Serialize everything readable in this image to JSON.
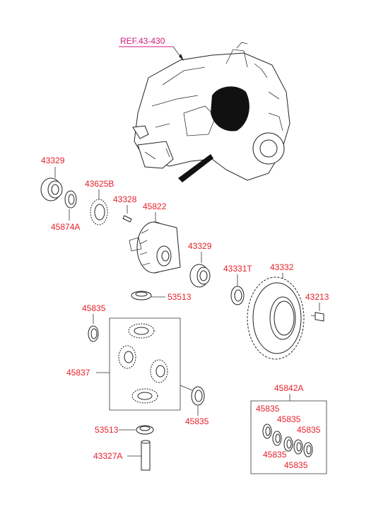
{
  "diagram": {
    "labels": {
      "ref": "REF.43-430",
      "p43329_top": "43329",
      "p45874A": "45874A",
      "p43625B": "43625B",
      "p43328": "43328",
      "p45822": "45822",
      "p43329_mid": "43329",
      "p43331T": "43331T",
      "p43332": "43332",
      "p43213": "43213",
      "p53513_top": "53513",
      "p45835_a": "45835",
      "p45837": "45837",
      "p45835_b": "45835",
      "p53513_bot": "53513",
      "p43327A": "43327A",
      "p45842A": "45842A",
      "kit_45835_1": "45835",
      "kit_45835_2": "45835",
      "kit_45835_3": "45835",
      "kit_45835_4": "45835",
      "kit_45835_5": "45835"
    }
  }
}
